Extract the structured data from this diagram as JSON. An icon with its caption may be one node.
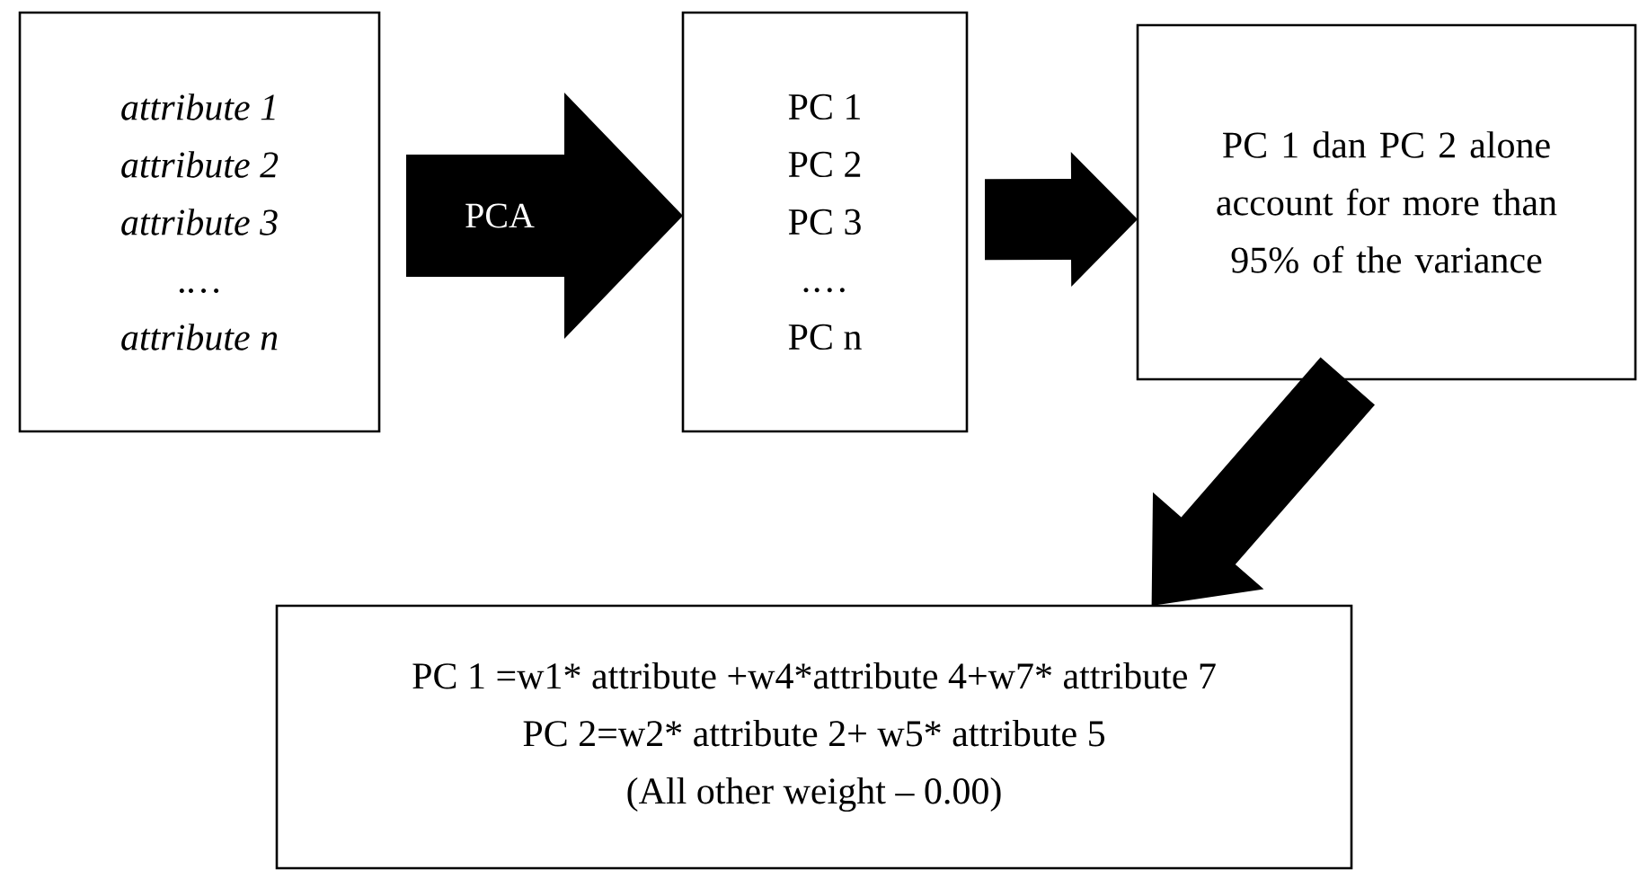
{
  "diagram": {
    "nodes": [
      {
        "text": [
          "attribute 1",
          "attribute 2",
          "attribute 3",
          ".…",
          "attribute n"
        ]
      },
      {
        "text": [
          "PC 1",
          "PC 2",
          "PC 3",
          ".…",
          "PC n"
        ]
      },
      {
        "text": [
          "PC 1 dan PC 2 alone account for more than 95% of the variance"
        ]
      },
      {
        "text": [
          "PC 1 =w1* attribute +w4*attribute 4+w7* attribute 7",
          "PC 2=w2* attribute 2+ w5* attribute 5",
          "(All other weight – 0.00)"
        ]
      }
    ],
    "edges": [
      {
        "from": 0,
        "to": 1,
        "arrow": "to",
        "label": "PCA"
      },
      {
        "from": 1,
        "to": 2,
        "arrow": "to"
      },
      {
        "from": 2,
        "to": 3,
        "arrow": "to"
      }
    ]
  }
}
